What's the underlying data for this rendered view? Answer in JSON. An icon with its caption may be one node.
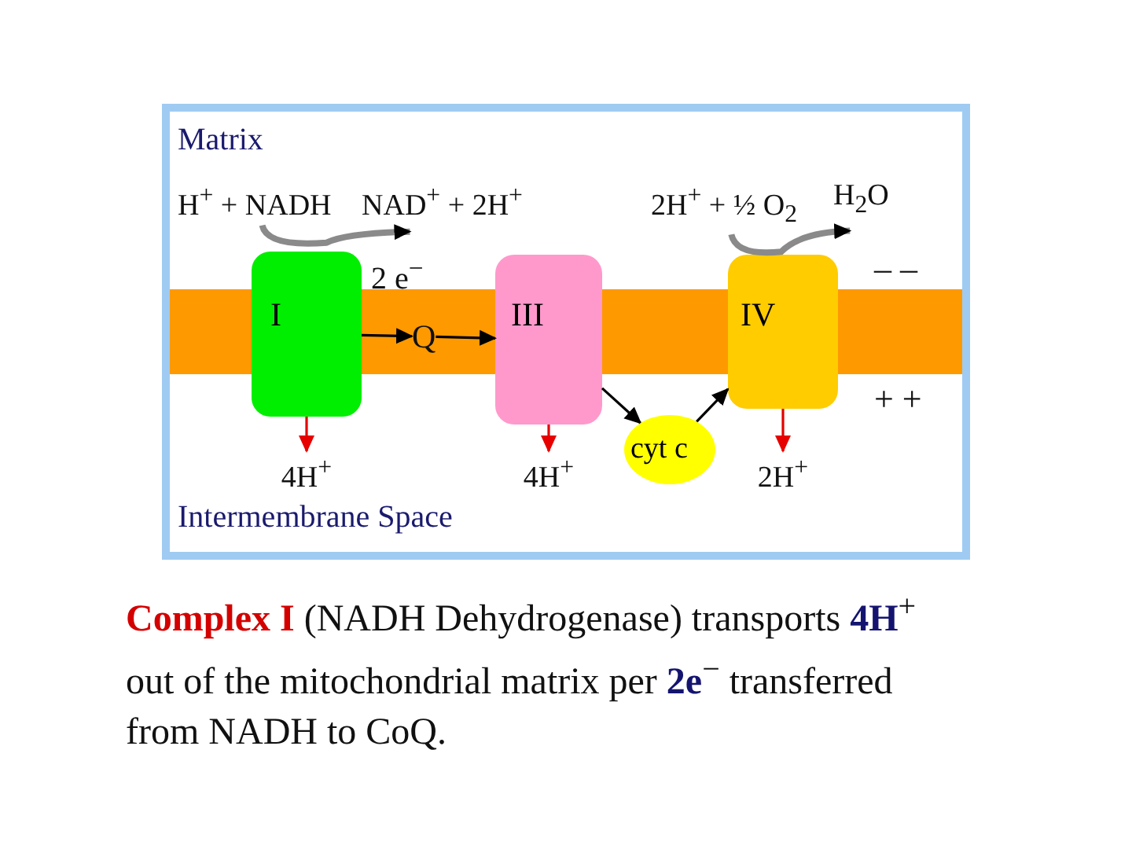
{
  "diagram": {
    "caption": "**Complex I** (NADH Dehydrogenase) transports **4H**$^{+}$ out of the mitochondrial matrix per **2e**$^{−}$ transferred from NADH to CoQ.",
    "nodes": [
      {
        "text": [
          "H$^{+}$ + NADH"
        ]
      },
      {
        "text": [
          "NAD$^{+}$ + 2H$^{+}$"
        ]
      },
      {
        "text": [
          "I"
        ]
      },
      {
        "text": [
          "Q"
        ]
      },
      {
        "text": [
          "III"
        ]
      },
      {
        "text": [
          "2H$^{+}$ + ½ O$_{2}$"
        ]
      },
      {
        "text": [
          "H$_{2}$O"
        ]
      },
      {
        "text": [
          "IV"
        ]
      },
      {
        "text": [
          "cyt c"
        ]
      },
      {
        "text": [
          "4H$^{+}$"
        ]
      },
      {
        "text": [
          "4H$^{+}$"
        ]
      },
      {
        "text": [
          "2H$^{+}$"
        ]
      }
    ],
    "edges": [
      {
        "from": 0,
        "to": 1,
        "arrow": "to",
        "color": "#8a8a8a",
        "style": "thick"
      },
      {
        "from": 2,
        "to": 3,
        "arrow": "to",
        "label": "2 e$^{−}$"
      },
      {
        "from": 3,
        "to": 4,
        "arrow": "to"
      },
      {
        "from": 4,
        "to": 8,
        "arrow": "to"
      },
      {
        "from": 8,
        "to": 7,
        "arrow": "to"
      },
      {
        "from": 5,
        "to": 6,
        "arrow": "to",
        "color": "#8a8a8a",
        "style": "thick"
      },
      {
        "from": 2,
        "to": 9,
        "arrow": "to",
        "color": "#e60000"
      },
      {
        "from": 4,
        "to": 10,
        "arrow": "to",
        "color": "#e60000"
      },
      {
        "from": 7,
        "to": 11,
        "arrow": "to",
        "color": "#e60000"
      }
    ],
    "labels": [
      "Matrix",
      "– –",
      "+ +",
      "Intermembrane Space"
    ]
  }
}
